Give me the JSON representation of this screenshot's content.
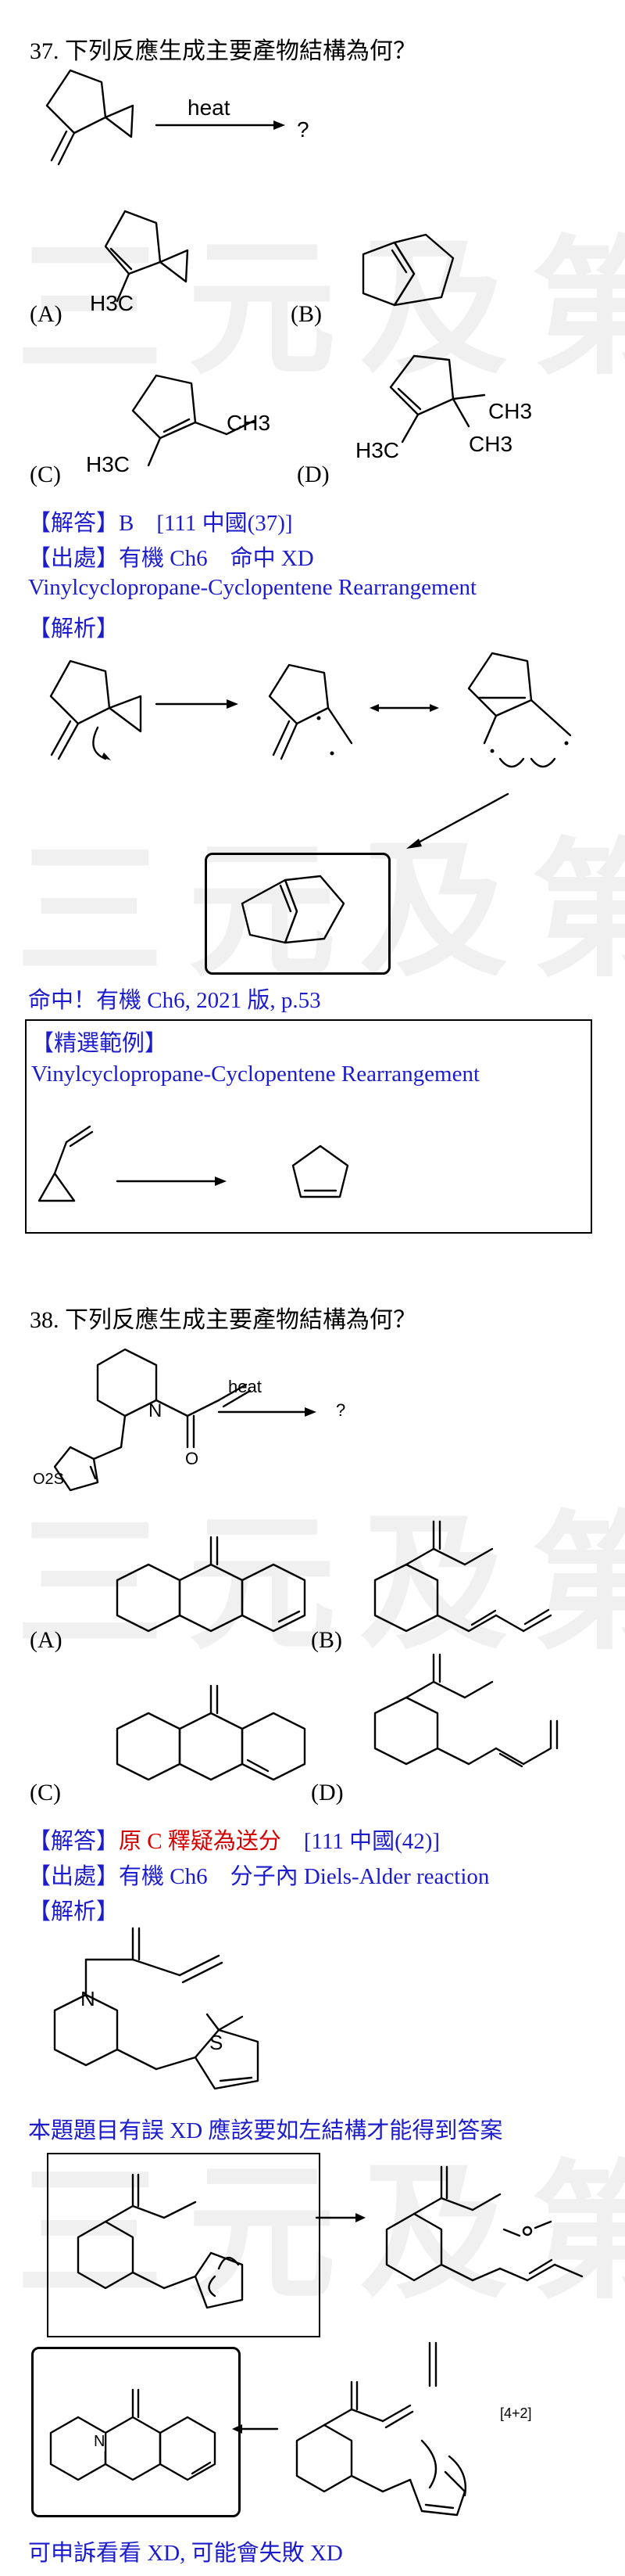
{
  "watermark": "三元及第",
  "q37": {
    "question": "37.  下列反應生成主要產物結構為何？",
    "reaction_label": "heat",
    "product_mark": "?",
    "options": [
      {
        "label": "(A)",
        "substituent": "H3C"
      },
      {
        "label": "(B)"
      },
      {
        "label": "(C)",
        "substituent_left": "H3C",
        "substituent_right": "CH3"
      },
      {
        "label": "(D)",
        "substituent_left": "H3C",
        "substituent_right1": "CH3",
        "substituent_right2": "CH3"
      }
    ],
    "answer_prefix": "【解答】B",
    "answer_ref": "[111 中國(37)]",
    "source": "【出處】有機 Ch6　命中 XD",
    "reaction_name": "Vinylcyclopropane-Cyclopentene Rearrangement",
    "analysis": "【解析】",
    "hit_note": "命中！有機 Ch6, 2021  版, p.53",
    "example_title": "【精選範例】",
    "example_reaction": "Vinylcyclopropane-Cyclopentene Rearrangement"
  },
  "q38": {
    "question": "38.  下列反應生成主要產物結構為何？",
    "reaction_label": "heat",
    "product_mark": "?",
    "so2_label": "O2S",
    "options": [
      "(A)",
      "(B)",
      "(C)",
      "(D)"
    ],
    "atom_n": "N",
    "atom_o": "O",
    "atom_s": "S",
    "answer_prefix": "【解答】",
    "answer_text": "原 C 釋疑為送分",
    "answer_ref": "[111 中國(42)]",
    "source": "【出處】有機 Ch6　分子內 Diels-Alder reaction",
    "analysis": "【解析】",
    "note": "本題題目有誤 XD 應該要如左結構才能得到答案",
    "cyclo_label": "[4+2]",
    "footer": "可申訴看看 XD, 可能會失敗 XD"
  }
}
